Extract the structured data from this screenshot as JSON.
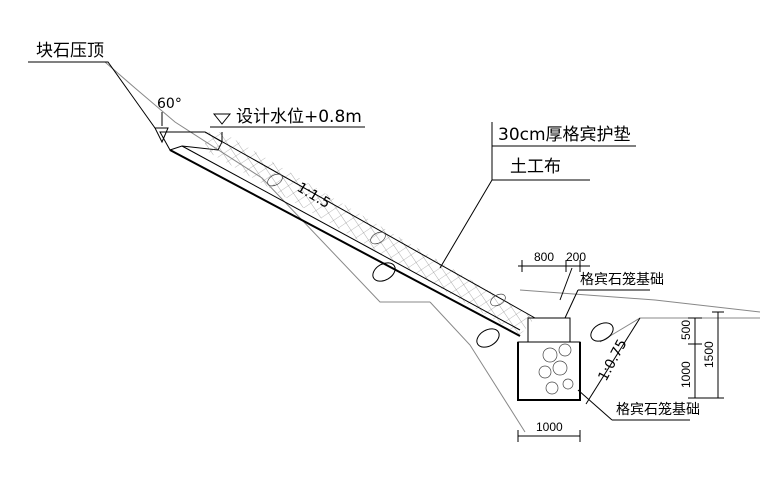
{
  "labels": {
    "riprap_top": "块石压顶",
    "angle": "60°",
    "water_level": "设计水位+0.8m",
    "slope_main": "1:1.5",
    "mattress": "30cm厚格宾护垫",
    "geotextile": "土工布",
    "dim_800": "800",
    "dim_200": "200",
    "gabion_base_top": "格宾石笼基础",
    "dim_500": "500",
    "dim_1000_v": "1000",
    "dim_1500": "1500",
    "slope_toe": "1:0.75",
    "gabion_base_bottom": "格宾石笼基础",
    "dim_1000_h": "1000"
  },
  "icons": {
    "water_level_marker": "triangle-down-icon",
    "stone_symbol": "stone-ellipse-icon"
  }
}
